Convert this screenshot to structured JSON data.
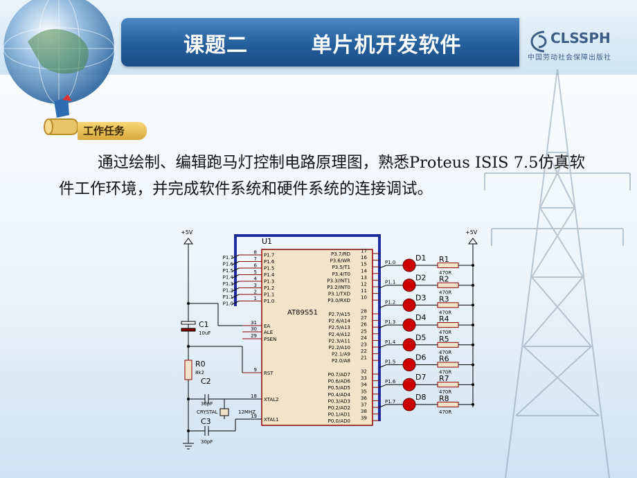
{
  "header": {
    "title": "课题二        单片机开发软件",
    "publisher_logo": {
      "name": "CLSSPH",
      "subtitle": "中国劳动社会保障出版社"
    }
  },
  "task_section": {
    "label": "工作任务",
    "body": "通过绘制、编辑跑马灯控制电路原理图，熟悉Proteus ISIS 7.5仿真软件工作环境，并完成软件系统和硬件系统的连接调试。"
  },
  "circuit": {
    "vcc_left": "+5V",
    "vcc_right": "+5V",
    "ic_ref": "U1",
    "ic_name": "AT89S51",
    "left_pins": [
      {
        "num": "8",
        "name": "P1.7",
        "net": "P1.7"
      },
      {
        "num": "7",
        "name": "P1.6",
        "net": "P1.6"
      },
      {
        "num": "6",
        "name": "P1.5",
        "net": "P1.5"
      },
      {
        "num": "5",
        "name": "P1.4",
        "net": "P1.4"
      },
      {
        "num": "4",
        "name": "P1.3",
        "net": "P1.3"
      },
      {
        "num": "3",
        "name": "P1.2",
        "net": "P1.2"
      },
      {
        "num": "2",
        "name": "P1.1",
        "net": "P1.1"
      },
      {
        "num": "1",
        "name": "P1.0",
        "net": "P1.0"
      }
    ],
    "ctrl_pins": [
      {
        "num": "31",
        "name": "EA"
      },
      {
        "num": "30",
        "name": "ALE"
      },
      {
        "num": "29",
        "name": "PSEN"
      },
      {
        "num": "9",
        "name": "RST"
      },
      {
        "num": "18",
        "name": "XTAL2"
      },
      {
        "num": "19",
        "name": "XTAL1"
      }
    ],
    "right_pins": [
      {
        "num": "17",
        "name": "P3.7/RD"
      },
      {
        "num": "16",
        "name": "P3.6/WR"
      },
      {
        "num": "15",
        "name": "P3.5/T1"
      },
      {
        "num": "14",
        "name": "P3.4/T0"
      },
      {
        "num": "13",
        "name": "P3.3/INT1"
      },
      {
        "num": "12",
        "name": "P3.2/INT0"
      },
      {
        "num": "11",
        "name": "P3.1/TXD"
      },
      {
        "num": "10",
        "name": "P3.0/RXD"
      },
      {
        "num": "28",
        "name": "P2.7/A15"
      },
      {
        "num": "27",
        "name": "P2.6/A14"
      },
      {
        "num": "26",
        "name": "P2.5/A13"
      },
      {
        "num": "25",
        "name": "P2.4/A12"
      },
      {
        "num": "24",
        "name": "P2.3/A11"
      },
      {
        "num": "23",
        "name": "P2.2/A10"
      },
      {
        "num": "22",
        "name": "P2.1/A9"
      },
      {
        "num": "21",
        "name": "P2.0/A8"
      },
      {
        "num": "32",
        "name": "P0.7/AD7"
      },
      {
        "num": "33",
        "name": "P0.6/AD6"
      },
      {
        "num": "34",
        "name": "P0.5/AD5"
      },
      {
        "num": "35",
        "name": "P0.4/AD4"
      },
      {
        "num": "36",
        "name": "P0.3/AD3"
      },
      {
        "num": "37",
        "name": "P0.2/AD2"
      },
      {
        "num": "38",
        "name": "P0.1/AD1"
      },
      {
        "num": "39",
        "name": "P0.0/AD0"
      }
    ],
    "components": {
      "c1": {
        "ref": "C1",
        "value": "10uF"
      },
      "r0": {
        "ref": "R0",
        "value": "8k2"
      },
      "c2": {
        "ref": "C2",
        "value": "30pF"
      },
      "c3": {
        "ref": "C3",
        "value": "30pF"
      },
      "xtal": {
        "ref": "CRYSTAL",
        "value": "12MHZ"
      }
    },
    "leds": [
      {
        "net": "P1.0",
        "ref": "D1",
        "res": "R1",
        "res_value": "470R"
      },
      {
        "net": "P1.1",
        "ref": "D2",
        "res": "R2",
        "res_value": "470R"
      },
      {
        "net": "P1.2",
        "ref": "D3",
        "res": "R3",
        "res_value": "470R"
      },
      {
        "net": "P1.3",
        "ref": "D4",
        "res": "R4",
        "res_value": "470R"
      },
      {
        "net": "P1.4",
        "ref": "D5",
        "res": "R5",
        "res_value": "470R"
      },
      {
        "net": "P1.5",
        "ref": "D6",
        "res": "R6",
        "res_value": "470R"
      },
      {
        "net": "P1.6",
        "ref": "D7",
        "res": "R7",
        "res_value": "470R"
      },
      {
        "net": "P1.7",
        "ref": "D8",
        "res": "R8",
        "res_value": "470R"
      }
    ]
  },
  "colors": {
    "title_band": "#245e9b",
    "ic_body": "#f3e3c8",
    "ic_border": "#8b0000",
    "bus": "#1f2a9c",
    "led": "#cc0000"
  }
}
